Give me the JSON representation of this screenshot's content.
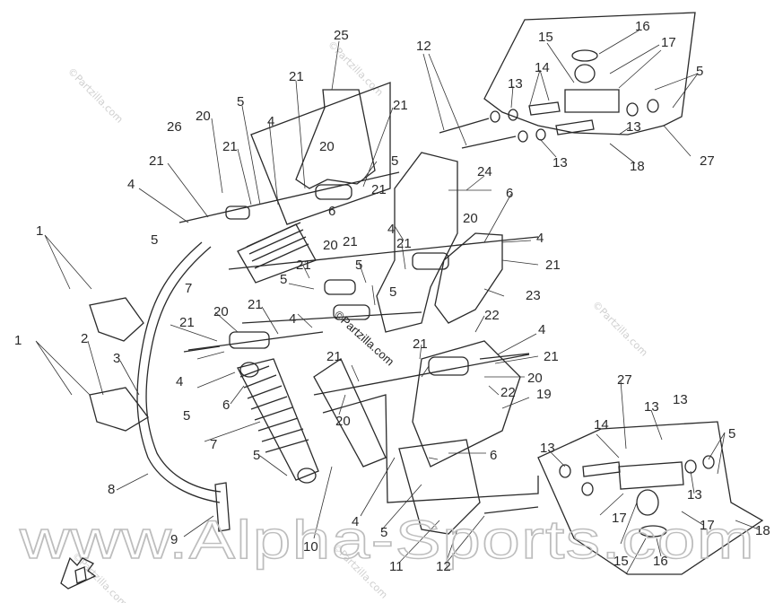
{
  "diagram": {
    "callouts": [
      {
        "id": "c25a",
        "text": "25"
      },
      {
        "id": "c12a",
        "text": "12"
      },
      {
        "id": "c16a",
        "text": "16"
      },
      {
        "id": "c15a",
        "text": "15"
      },
      {
        "id": "c17a",
        "text": "17"
      },
      {
        "id": "c14a",
        "text": "14"
      },
      {
        "id": "c5a",
        "text": "5"
      },
      {
        "id": "c13a",
        "text": "13"
      },
      {
        "id": "c13b",
        "text": "13"
      },
      {
        "id": "c13c",
        "text": "13"
      },
      {
        "id": "c18a",
        "text": "18"
      },
      {
        "id": "c27a",
        "text": "27"
      },
      {
        "id": "c21a",
        "text": "21"
      },
      {
        "id": "c5b",
        "text": "5"
      },
      {
        "id": "c20a",
        "text": "20"
      },
      {
        "id": "c26a",
        "text": "26"
      },
      {
        "id": "c4a",
        "text": "4"
      },
      {
        "id": "c21b",
        "text": "21"
      },
      {
        "id": "c21c",
        "text": "21"
      },
      {
        "id": "c20b",
        "text": "20"
      },
      {
        "id": "c21d",
        "text": "21"
      },
      {
        "id": "c5c",
        "text": "5"
      },
      {
        "id": "c24a",
        "text": "24"
      },
      {
        "id": "c6a",
        "text": "6"
      },
      {
        "id": "c21e",
        "text": "21"
      },
      {
        "id": "c4b",
        "text": "4"
      },
      {
        "id": "c6b",
        "text": "6"
      },
      {
        "id": "c1a",
        "text": "1"
      },
      {
        "id": "c5d",
        "text": "5"
      },
      {
        "id": "c20c",
        "text": "20"
      },
      {
        "id": "c21f",
        "text": "21"
      },
      {
        "id": "c4c",
        "text": "4"
      },
      {
        "id": "c20d",
        "text": "20"
      },
      {
        "id": "c4d",
        "text": "4"
      },
      {
        "id": "c21g",
        "text": "21"
      },
      {
        "id": "c21h",
        "text": "21"
      },
      {
        "id": "c5e",
        "text": "5"
      },
      {
        "id": "c23a",
        "text": "23"
      },
      {
        "id": "c7a",
        "text": "7"
      },
      {
        "id": "c5f",
        "text": "5"
      },
      {
        "id": "c5g",
        "text": "5"
      },
      {
        "id": "c21i",
        "text": "21"
      },
      {
        "id": "c20e",
        "text": "20"
      },
      {
        "id": "c21j",
        "text": "21"
      },
      {
        "id": "c4e",
        "text": "4"
      },
      {
        "id": "c22a",
        "text": "22"
      },
      {
        "id": "c2a",
        "text": "2"
      },
      {
        "id": "c1b",
        "text": "1"
      },
      {
        "id": "c21k",
        "text": "21"
      },
      {
        "id": "c4f",
        "text": "4"
      },
      {
        "id": "c3a",
        "text": "3"
      },
      {
        "id": "c21l",
        "text": "21"
      },
      {
        "id": "c4g",
        "text": "4"
      },
      {
        "id": "c21m",
        "text": "21"
      },
      {
        "id": "c21n",
        "text": "21"
      },
      {
        "id": "c20f",
        "text": "20"
      },
      {
        "id": "c5h",
        "text": "5"
      },
      {
        "id": "c6c",
        "text": "6"
      },
      {
        "id": "c22b",
        "text": "22"
      },
      {
        "id": "c19a",
        "text": "19"
      },
      {
        "id": "c20g",
        "text": "20"
      },
      {
        "id": "c7b",
        "text": "7"
      },
      {
        "id": "c5i",
        "text": "5"
      },
      {
        "id": "c6d",
        "text": "6"
      },
      {
        "id": "c27b",
        "text": "27"
      },
      {
        "id": "c13d",
        "text": "13"
      },
      {
        "id": "c14b",
        "text": "14"
      },
      {
        "id": "c13e",
        "text": "13"
      },
      {
        "id": "c5j",
        "text": "5"
      },
      {
        "id": "c8a",
        "text": "8"
      },
      {
        "id": "c13f",
        "text": "13"
      },
      {
        "id": "c9a",
        "text": "9"
      },
      {
        "id": "c10a",
        "text": "10"
      },
      {
        "id": "c4h",
        "text": "4"
      },
      {
        "id": "c5k",
        "text": "5"
      },
      {
        "id": "c11a",
        "text": "11"
      },
      {
        "id": "c12b",
        "text": "12"
      },
      {
        "id": "c15b",
        "text": "15"
      },
      {
        "id": "c16b",
        "text": "16"
      },
      {
        "id": "c17b",
        "text": "17"
      },
      {
        "id": "c17c",
        "text": "17"
      },
      {
        "id": "c18b",
        "text": "18"
      },
      {
        "id": "c13g",
        "text": "13"
      }
    ]
  },
  "watermarks": {
    "bottom_banner": "www.Alpha-Sports.com",
    "center": "©Partzilla.com",
    "tile": "©Partzilla.com"
  },
  "colors": {
    "line": "#2a2a2a",
    "label": "#2a2a2a",
    "watermark_light": "#cfcfcf",
    "watermark_outline": "#bdbdbd"
  },
  "icons": {
    "front_arrow": "front-direction-arrow-icon"
  }
}
